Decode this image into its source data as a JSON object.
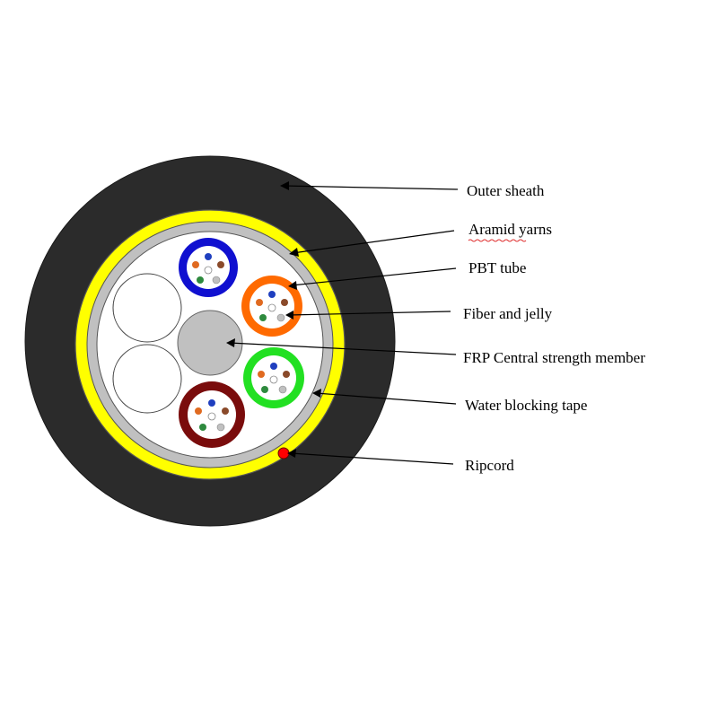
{
  "labels": {
    "outer_sheath": "Outer sheath",
    "aramid_yarns": "Aramid yarns",
    "pbt_tube": "PBT tube",
    "fiber_and_jelly": "Fiber and jelly",
    "frp_central": "FRP Central strength member",
    "water_blocking_tape": "Water blocking tape",
    "ripcord": "Ripcord"
  },
  "colors": {
    "outer_sheath": "#2b2b2b",
    "aramid_yarns": "#ffff00",
    "water_blocking_tape": "#c0c0c0",
    "core_fill": "#ffffff",
    "frp_member": "#c0c0c0",
    "ripcord": "#ff0000",
    "tube_blue": "#1010d0",
    "tube_orange": "#ff6a00",
    "tube_green": "#22e022",
    "tube_brown": "#7a0c0c",
    "fiber_colors": [
      "#1f3fbf",
      "#e06a20",
      "#8a4a2a",
      "#2e8a3e",
      "#c0c0c0",
      "#ffffff"
    ]
  }
}
